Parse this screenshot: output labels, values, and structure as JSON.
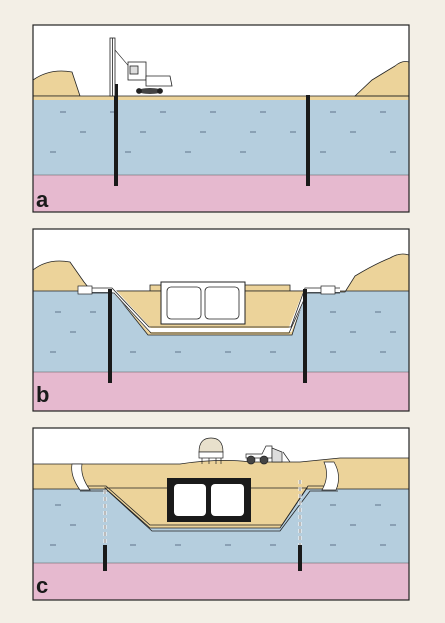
{
  "panels": [
    {
      "id": "a",
      "label": "a"
    },
    {
      "id": "b",
      "label": "b"
    },
    {
      "id": "c",
      "label": "c"
    }
  ],
  "colors": {
    "paper": "#f3efe6",
    "sky": "#ffffff",
    "soil": "#ecd39a",
    "water": "#b5cede",
    "clay": "#e6b9cf",
    "outline": "#222222",
    "wall": "#1a1a1a",
    "box": "#ffffff"
  },
  "icons": [
    "pile-driver-crane-icon",
    "sheet-pile-wall-icon",
    "tunnel-box-icon",
    "dome-structure-icon",
    "bulldozer-icon"
  ]
}
